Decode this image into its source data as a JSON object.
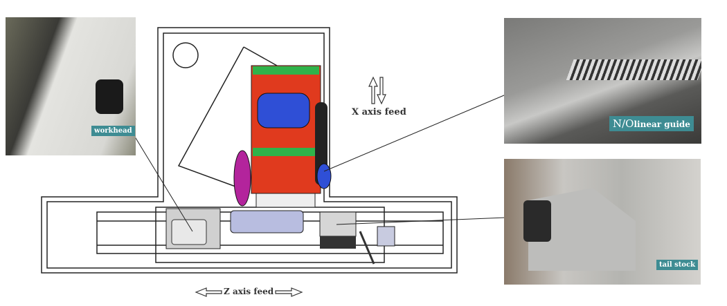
{
  "labels": {
    "workhead": "workhead",
    "linear_guide_prefix": "N/O",
    "linear_guide": "linear guide",
    "tail_stock": "tail stock",
    "x_axis": "X axis feed",
    "z_axis": "Z axis feed"
  },
  "colors": {
    "tag": "#3e8c93",
    "motor_frame": "#e03a1e",
    "rail": "#2fb34a",
    "motor": "#2f4fd6",
    "wheel": "#b3249c",
    "workpiece": "#b8bde0"
  }
}
